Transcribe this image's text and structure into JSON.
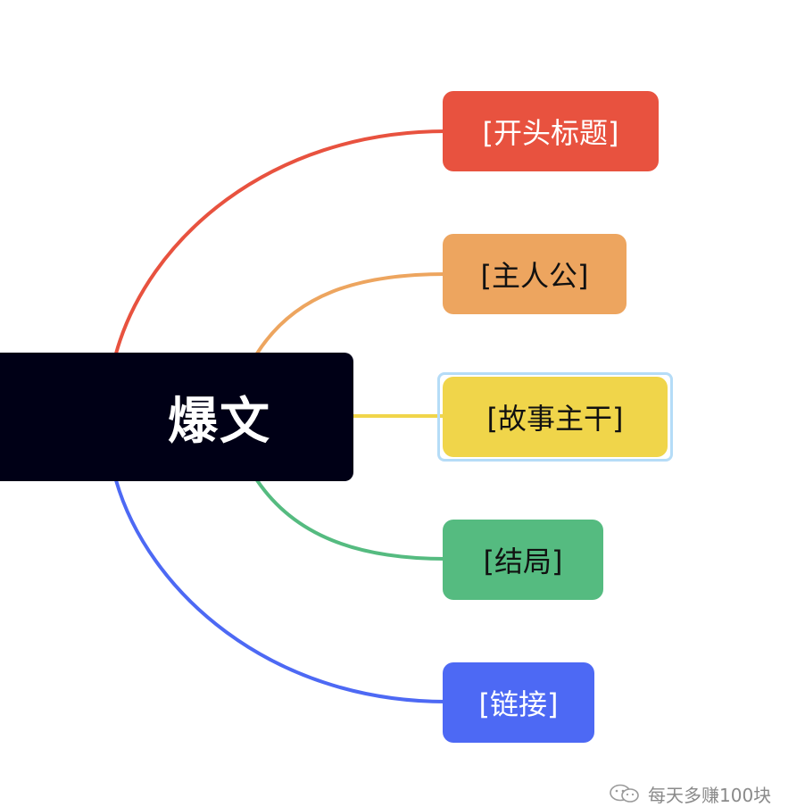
{
  "root": {
    "label": "爆文",
    "bg_color": "#000016",
    "text_color": "#ffffff"
  },
  "branches": [
    {
      "label": "[开头标题]",
      "color": "#e8523f",
      "text_color": "#ffffff"
    },
    {
      "label": "[主人公]",
      "color": "#eda55f",
      "text_color": "#111111"
    },
    {
      "label": "[故事主干]",
      "color": "#f0d54a",
      "text_color": "#111111",
      "selected": true
    },
    {
      "label": "[结局]",
      "color": "#55bb80",
      "text_color": "#111111"
    },
    {
      "label": "[链接]",
      "color": "#4d69f4",
      "text_color": "#ffffff"
    }
  ],
  "selection_color": "#b5dcf7",
  "watermark": {
    "text": "每天多赚100块",
    "icon": "wechat-icon"
  }
}
